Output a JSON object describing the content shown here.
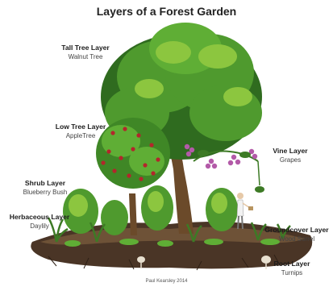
{
  "title": "Layers of a Forest Garden",
  "layers": {
    "tall_tree": {
      "name": "Tall Tree Layer",
      "example": "Walnut Tree"
    },
    "low_tree": {
      "name": "Low Tree Layer",
      "example": "AppleTree"
    },
    "shrub": {
      "name": "Shrub Layer",
      "example": "Blueberry Bush"
    },
    "herbaceous": {
      "name": "Herbaceous Layer",
      "example": "Daylily"
    },
    "vine": {
      "name": "Vine Layer",
      "example": "Grapes"
    },
    "groundcover": {
      "name": "Groundcover Layer",
      "example": "Wood Sorrel"
    },
    "root": {
      "name": "Root Layer",
      "example": "Turnips"
    }
  },
  "credit": "Paul Kearsley 2014",
  "colors": {
    "foliage_dark": "#2f6b1f",
    "foliage_mid": "#4f9a2e",
    "foliage_light": "#8cc63f",
    "trunk": "#6b4a2a",
    "soil": "#4a3526",
    "apple": "#b3262b",
    "grape": "#b35aa8"
  }
}
